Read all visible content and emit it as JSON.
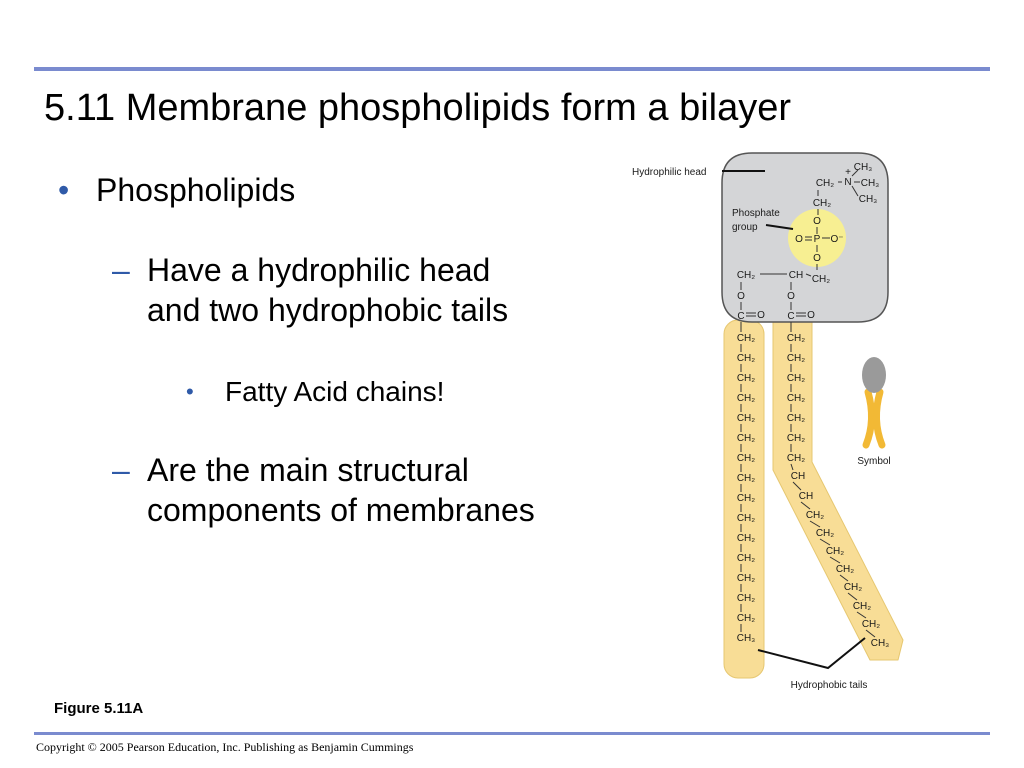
{
  "slide": {
    "title": "5.11 Membrane phospholipids form a bilayer",
    "bullet_marker": "•",
    "dash_marker": "–",
    "bullets": [
      {
        "text": "Phospholipids"
      },
      {
        "line1": "Have a hydrophilic head",
        "line2": "and two hydrophobic tails"
      },
      {
        "text": "Fatty Acid chains!"
      },
      {
        "line1": "Are the main structural",
        "line2": "components of membranes"
      }
    ],
    "figure_caption": "Figure 5.11A",
    "copyright": "Copyright © 2005 Pearson Education, Inc. Publishing as Benjamin Cummings"
  },
  "diagram": {
    "labels": {
      "hydrophilic_head": "Hydrophilic head",
      "phosphate_line1": "Phosphate",
      "phosphate_line2": "group",
      "symbol": "Symbol",
      "hydrophobic_tails": "Hydrophobic tails"
    },
    "atoms": {
      "ch": "CH",
      "ch2": "CH₂",
      "ch3": "CH₃",
      "o": "O",
      "c": "C",
      "n": "N",
      "p": "P",
      "o_minus": "O⁻",
      "plus": "+"
    },
    "colors": {
      "head_fill": "#d4d5d7",
      "head_stroke": "#555555",
      "phosphate_fill": "#f7ef92",
      "tail_fill": "#f8dd96",
      "tail_stroke": "#e6c770",
      "bond": "#333333",
      "symbol_head": "#9a9a9a",
      "symbol_tail": "#f2b935",
      "accent_rule": "#7a8bcf",
      "bullet_color": "#2f5aa8"
    }
  }
}
